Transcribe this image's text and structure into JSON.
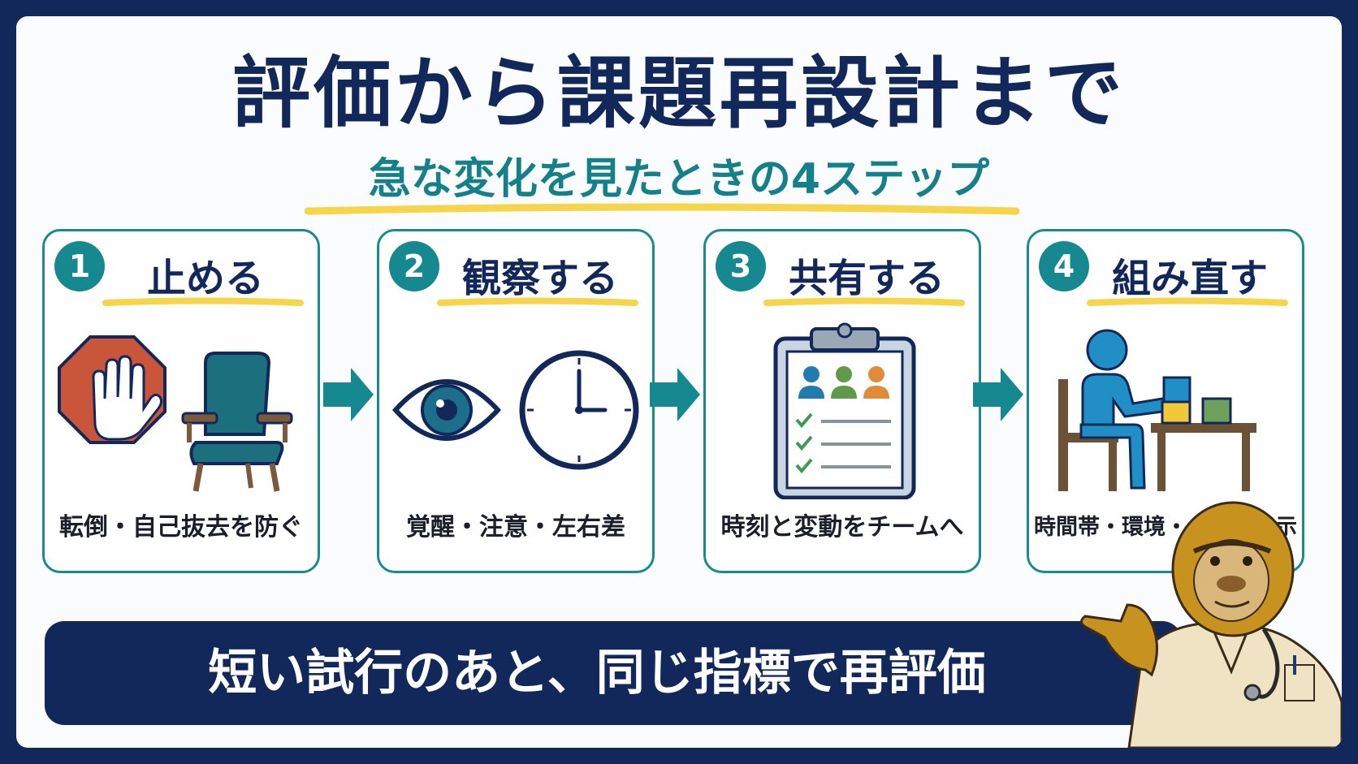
{
  "title": "評価から課題再設計まで",
  "subtitle": "急な変化を見たときの4ステップ",
  "colors": {
    "navy": "#13285a",
    "teal": "#168990",
    "highlight_yellow": "#f6d54a",
    "stop_red": "#c9553a"
  },
  "steps": [
    {
      "number": "1",
      "title": "止める",
      "caption": "転倒・自己抜去を防ぐ",
      "icons": [
        "stop-hand-icon",
        "chair-icon"
      ]
    },
    {
      "number": "2",
      "title": "観察する",
      "caption": "覚醒・注意・左右差",
      "icons": [
        "eye-icon",
        "clock-icon"
      ]
    },
    {
      "number": "3",
      "title": "共有する",
      "caption": "時刻と変動をチームへ",
      "icons": [
        "clipboard-team-icon"
      ]
    },
    {
      "number": "4",
      "title": "組み直す",
      "caption": "時間帯・環境・一段階指示",
      "icons": [
        "person-at-table-blocks-icon"
      ]
    }
  ],
  "banner": "短い試行のあと、同じ指標で再評価",
  "mascot": "gorilla-nurse-mascot-icon"
}
